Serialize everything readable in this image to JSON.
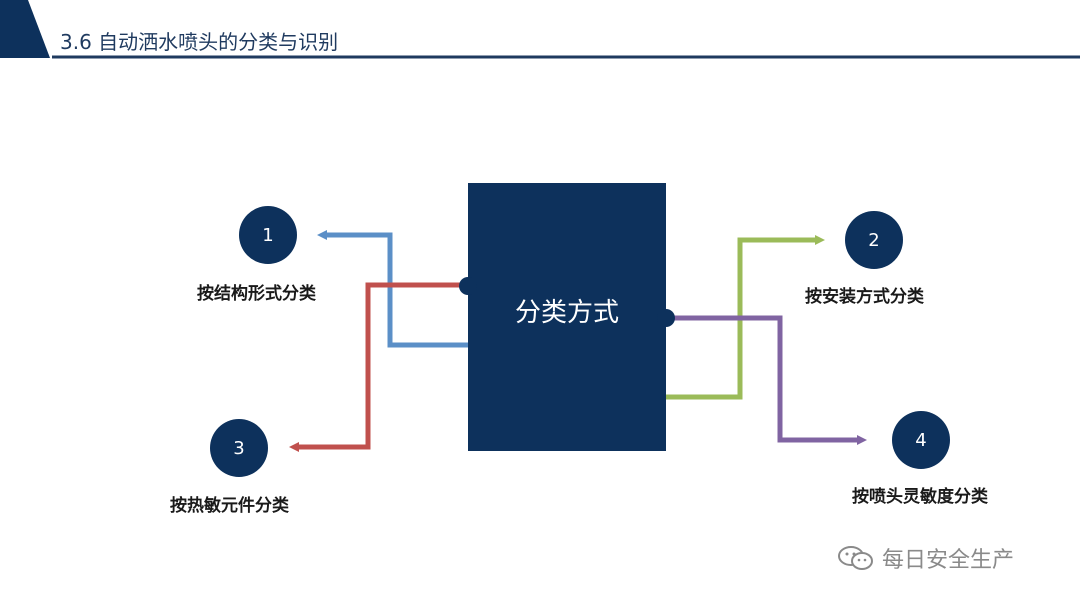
{
  "header": {
    "title": "3.6 自动洒水喷头的分类与识别"
  },
  "center": {
    "label": "分类方式"
  },
  "categories": [
    {
      "number": "1",
      "label": "按结构形式分类",
      "color": "#5b8fc7"
    },
    {
      "number": "2",
      "label": "按安装方式分类",
      "color": "#9bbb59"
    },
    {
      "number": "3",
      "label": "按热敏元件分类",
      "color": "#c0504d"
    },
    {
      "number": "4",
      "label": "按喷头灵敏度分类",
      "color": "#8064a2"
    }
  ],
  "colors": {
    "navy": "#0d315c",
    "header_line": "#1f3a5f"
  },
  "watermark": {
    "text": "每日安全生产"
  }
}
